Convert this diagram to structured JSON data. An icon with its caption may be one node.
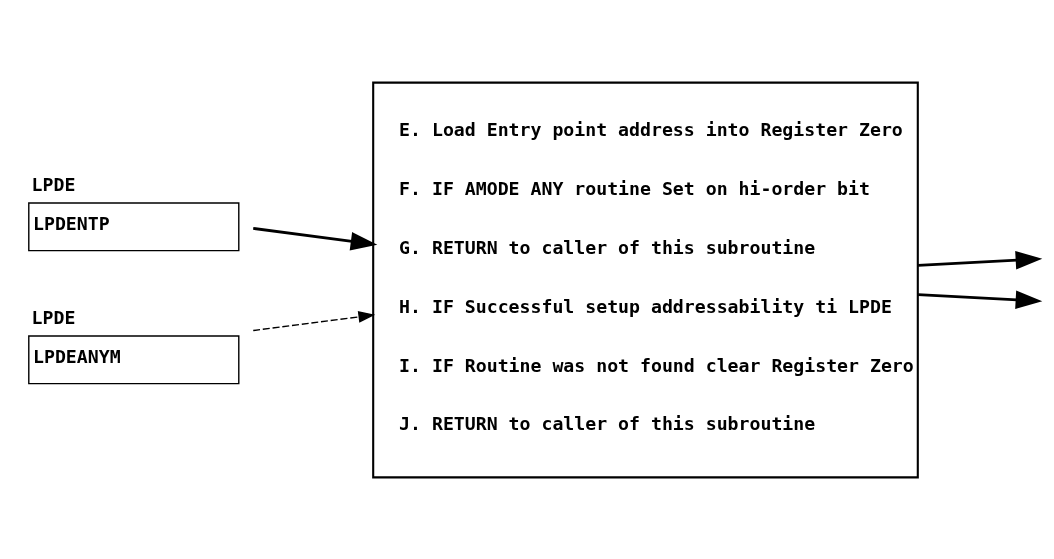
{
  "diagram": {
    "nodes": [
      {
        "text": [
          "LPDE",
          "LPDENTP"
        ]
      },
      {
        "text": [
          "LPDE",
          "LPDEANYM"
        ]
      },
      {
        "text": [
          "E. Load Entry point address into Register Zero",
          "F. IF AMODE ANY routine Set on hi-order bit",
          "G. RETURN to caller of this subroutine",
          "H. IF Successful setup addressability ti LPDE",
          "I. IF Routine was not found clear Register Zero",
          "J. RETURN to caller of this subroutine"
        ]
      }
    ],
    "edges": [
      {
        "from": 0,
        "to": 2,
        "arrow": "to"
      },
      {
        "from": 1,
        "to": 2,
        "arrow": "to",
        "style": "dashed"
      },
      {
        "from": 2,
        "to": null,
        "arrow": "to"
      },
      {
        "from": 2,
        "to": null,
        "arrow": "to"
      }
    ]
  }
}
